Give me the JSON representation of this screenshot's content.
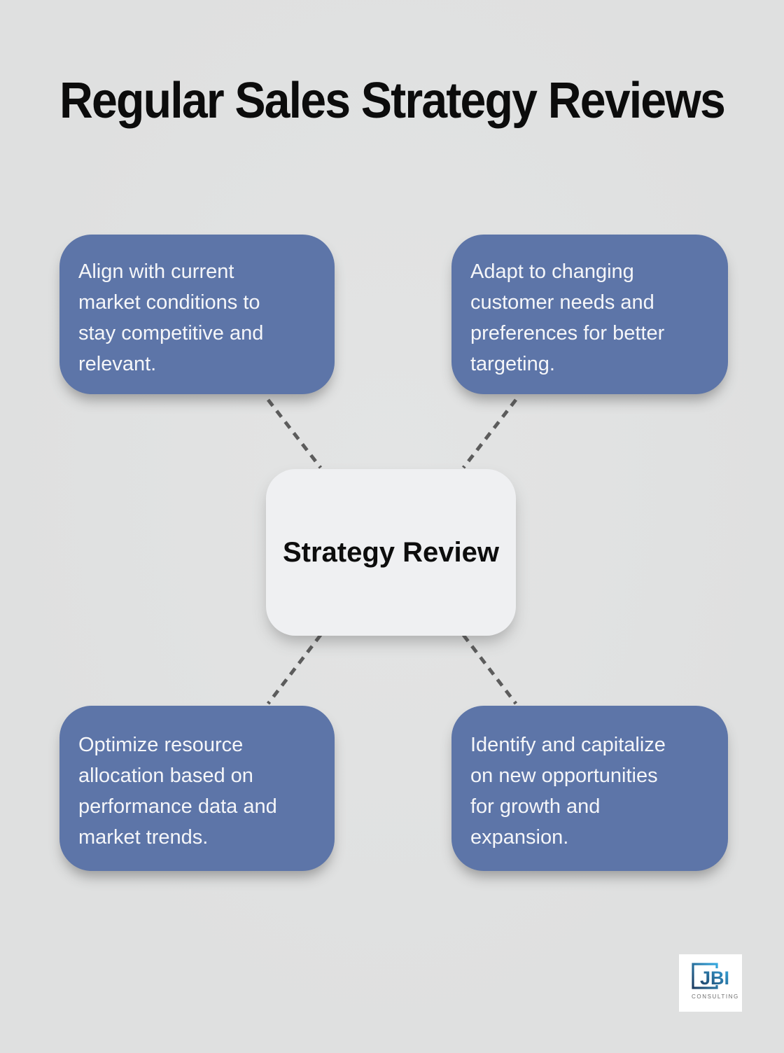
{
  "page": {
    "title": "Regular Sales Strategy Reviews"
  },
  "center_node": {
    "label": "Strategy Review"
  },
  "nodes": [
    {
      "position": "top-left",
      "text": "Align with current\nmarket conditions to\nstay competitive and\nrelevant."
    },
    {
      "position": "top-right",
      "text": "Adapt to changing\ncustomer needs and\npreferences for better\ntargeting."
    },
    {
      "position": "bottom-left",
      "text": "Optimize resource\nallocation based on\nperformance data and\nmarket trends."
    },
    {
      "position": "bottom-right",
      "text": "Identify and capitalize\non new opportunities\nfor growth and\nexpansion."
    }
  ],
  "logo": {
    "title": "JBI",
    "subtitle": "CONSULTING"
  },
  "colors": {
    "background": "#dfe0e0",
    "node_fill": "#5d75a8",
    "node_text": "#f5f6f9",
    "center_fill": "#eff0f2",
    "center_text": "#0d0d0d",
    "connector": "#5c5c5c",
    "title_text": "#0c0c0c",
    "logo_blue_light": "#36a9e0",
    "logo_blue_dark": "#1c3a5f",
    "logo_subtitle_gray": "#6e6e6e"
  }
}
